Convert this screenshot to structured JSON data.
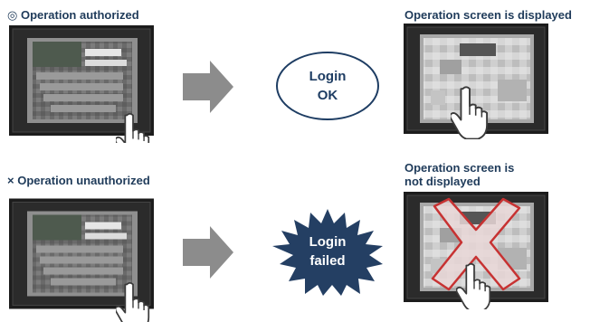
{
  "rows": [
    {
      "label": "◎ Operation authorized",
      "result_label": "Operation screen is displayed",
      "status_line1": "Login",
      "status_line2": "OK",
      "status_shape": "ellipse",
      "screen_shows": "operation-screen"
    },
    {
      "label": "× Operation unauthorized",
      "result_label_line1": "Operation screen is",
      "result_label_line2": "not displayed",
      "status_line1": "Login",
      "status_line2": "failed",
      "status_shape": "starburst",
      "screen_shows": "operation-screen-crossed-out"
    }
  ],
  "icons": [
    "hand-pointer-icon",
    "right-arrow-icon",
    "cross-mark-icon"
  ],
  "colors": {
    "label_text": "#1f3b5a",
    "ellipse_stroke": "#1e3d63",
    "starburst_fill": "#243f63",
    "arrow_gray": "#8c8c8c",
    "cross_fill": "#e9d7d7",
    "cross_stroke": "#c73232"
  }
}
